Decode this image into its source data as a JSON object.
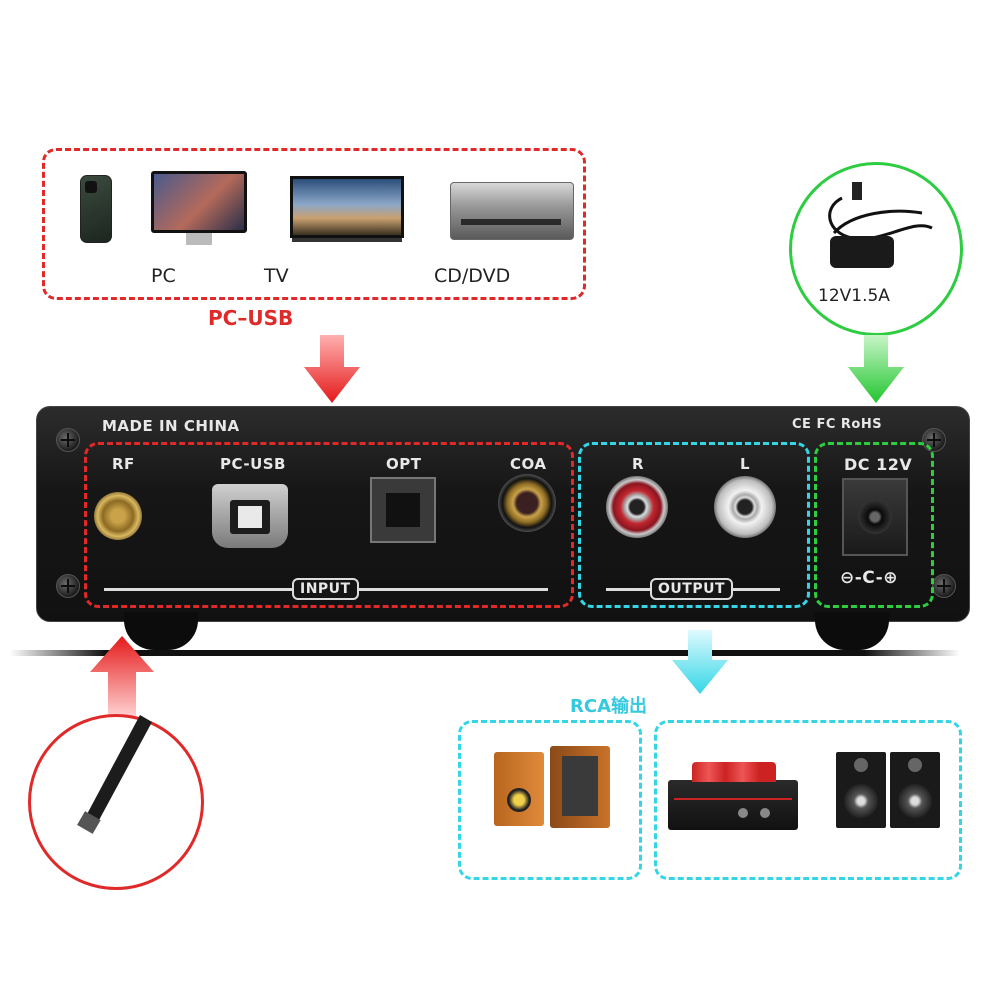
{
  "top_sources": {
    "labels": {
      "pc": "PC",
      "tv": "TV",
      "cd": "CD/DVD"
    },
    "group_label": "PC–USB"
  },
  "power": {
    "label": "12V1.5A"
  },
  "device": {
    "made_in": "MADE IN CHINA",
    "certs": "CE FC RoHS",
    "ports": {
      "rf": "RF",
      "pcusb": "PC-USB",
      "opt": "OPT",
      "coa": "COA",
      "r": "R",
      "l": "L",
      "dc": "DC 12V"
    },
    "input_label": "INPUT",
    "output_label": "OUTPUT",
    "polarity": "⊖-C-⊕"
  },
  "rca": {
    "label": "RCA输出"
  },
  "colors": {
    "red": "#e02a2a",
    "cyan": "#34d6e6",
    "green": "#2ecc40"
  }
}
